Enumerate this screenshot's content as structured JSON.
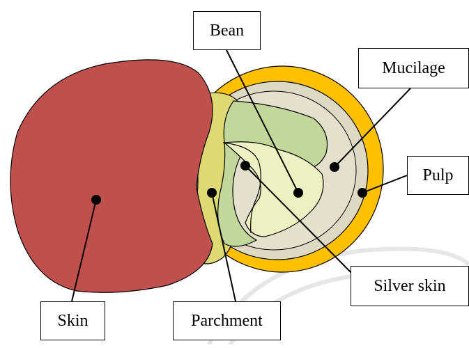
{
  "diagram": {
    "labels": {
      "bean": "Bean",
      "mucilage": "Mucilage",
      "pulp": "Pulp",
      "silver_skin": "Silver skin",
      "skin": "Skin",
      "parchment": "Parchment"
    },
    "colors": {
      "skin": "#c0504d",
      "pulp": "#ffc000",
      "mucilage": "#ddd9c3",
      "parchment": "#dfd974",
      "bean": "#c4d79b",
      "bean_light": "#ebf1c0",
      "outline": "#000000"
    }
  }
}
